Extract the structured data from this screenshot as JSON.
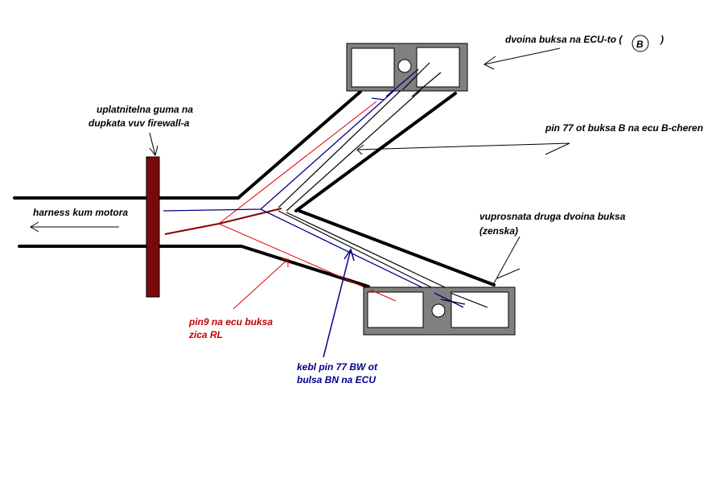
{
  "labels": {
    "connector_top": "dvoina buksa na ECU-to (",
    "connector_top_close": ")",
    "connector_top_letter": "B",
    "grommet_line1": "uplatnitelna guma na",
    "grommet_line2": "dupkata vuv firewall-a",
    "pin77_b": "pin 77 ot buksa B na ecu B-cheren",
    "harness": "harness kum motora",
    "connector_bottom_line1": "vuprosnata druga dvoina buksa",
    "connector_bottom_line2": "(zenska)",
    "pin9_line1": "pin9 na ecu buksa",
    "pin9_line2": "zica RL",
    "pin77_bw_line1": "kebl pin 77 BW ot",
    "pin77_bw_line2": "bulsa BN na ECU"
  },
  "colors": {
    "background": "#ffffff",
    "outline": "#000000",
    "connector_gray": "#808080",
    "grommet": "#7a0a0a",
    "wire_red": "#e00000",
    "wire_blue": "#00008b",
    "wire_darkred": "#8b0000",
    "label_red": "#c00000",
    "label_blue": "#00008b"
  }
}
